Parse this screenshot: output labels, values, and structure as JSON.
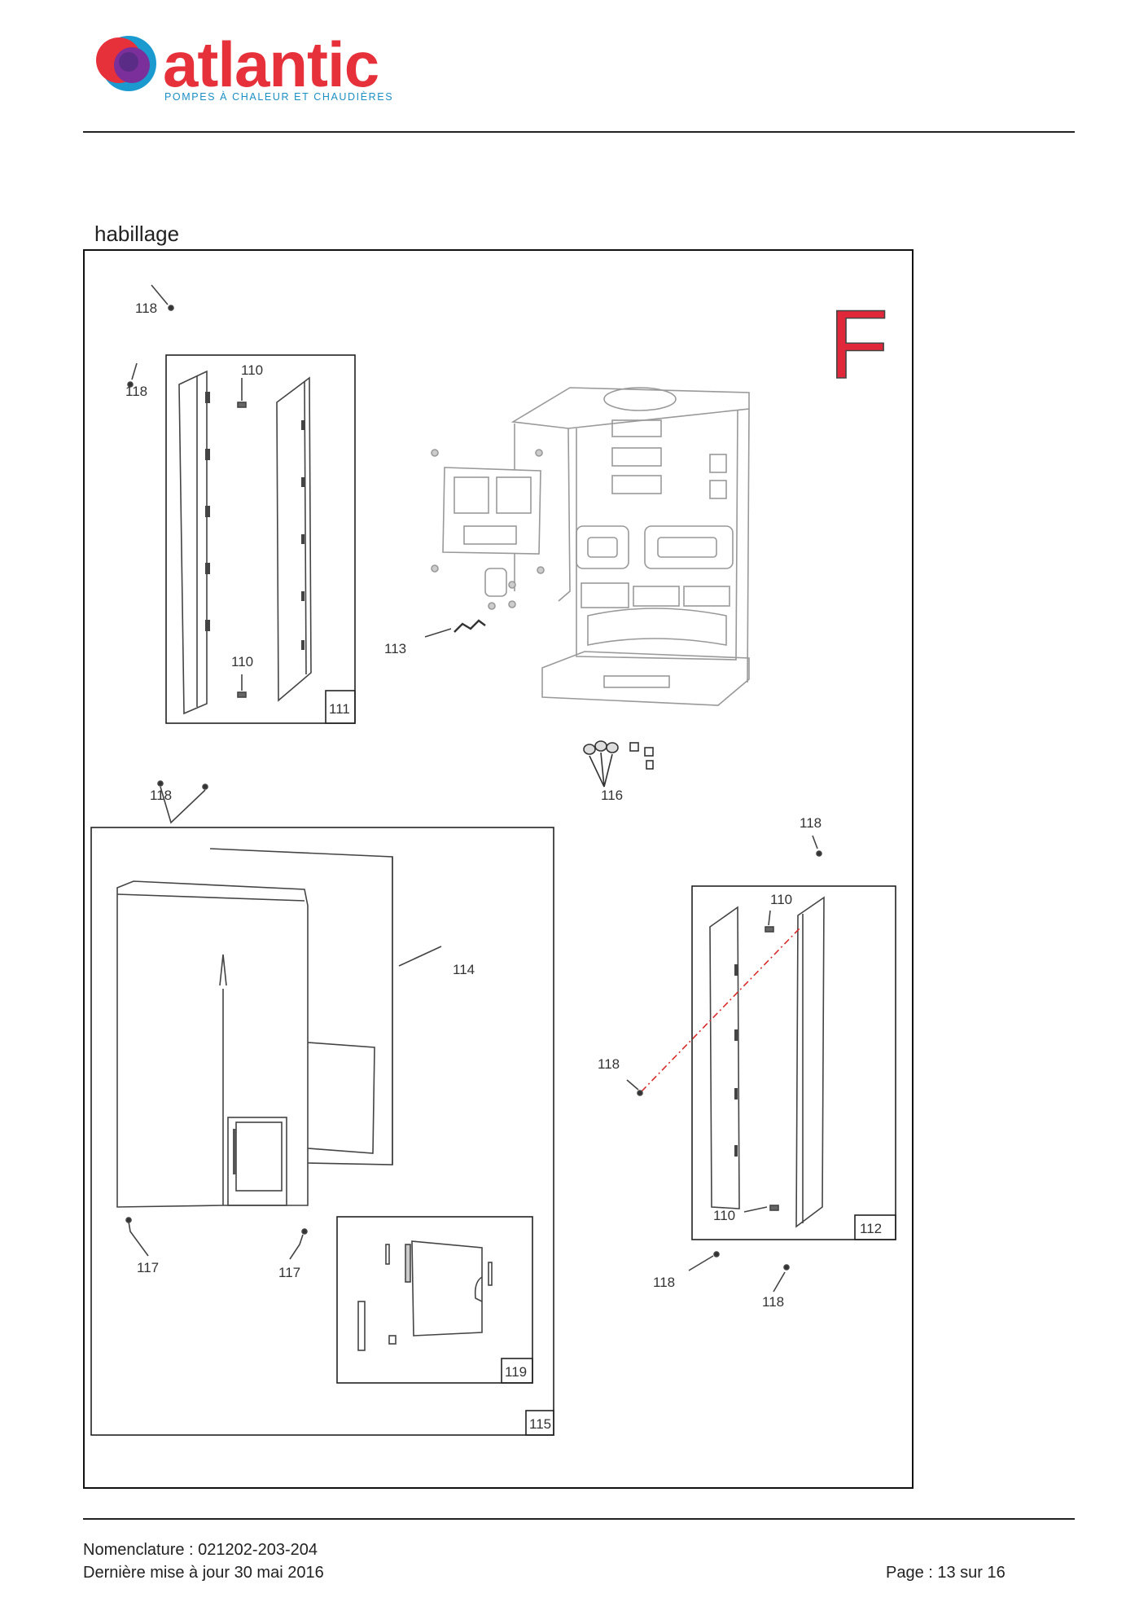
{
  "header": {
    "brand": "atlantic",
    "tagline": "POMPES À CHALEUR ET CHAUDIÈRES",
    "brand_color": "#e6303a",
    "tagline_color": "#1b8fc4"
  },
  "section": {
    "title": "habillage",
    "variant_letter": "F",
    "variant_color": "#e0283a"
  },
  "callouts": {
    "c110a": "110",
    "c110b": "110",
    "c110c": "110",
    "c110d": "110",
    "c111": "111",
    "c112": "112",
    "c113": "113",
    "c114": "114",
    "c115": "115",
    "c116": "116",
    "c117a": "117",
    "c117b": "117",
    "c118a": "118",
    "c118b": "118",
    "c118c": "118",
    "c118d": "118",
    "c118e": "118",
    "c118f": "118",
    "c118g": "118",
    "c119": "119"
  },
  "footer": {
    "nomenclature": "Nomenclature : 021202-203-204",
    "updated": "Dernière mise à jour 30 mai 2016",
    "page": "Page : 13 sur 16"
  }
}
